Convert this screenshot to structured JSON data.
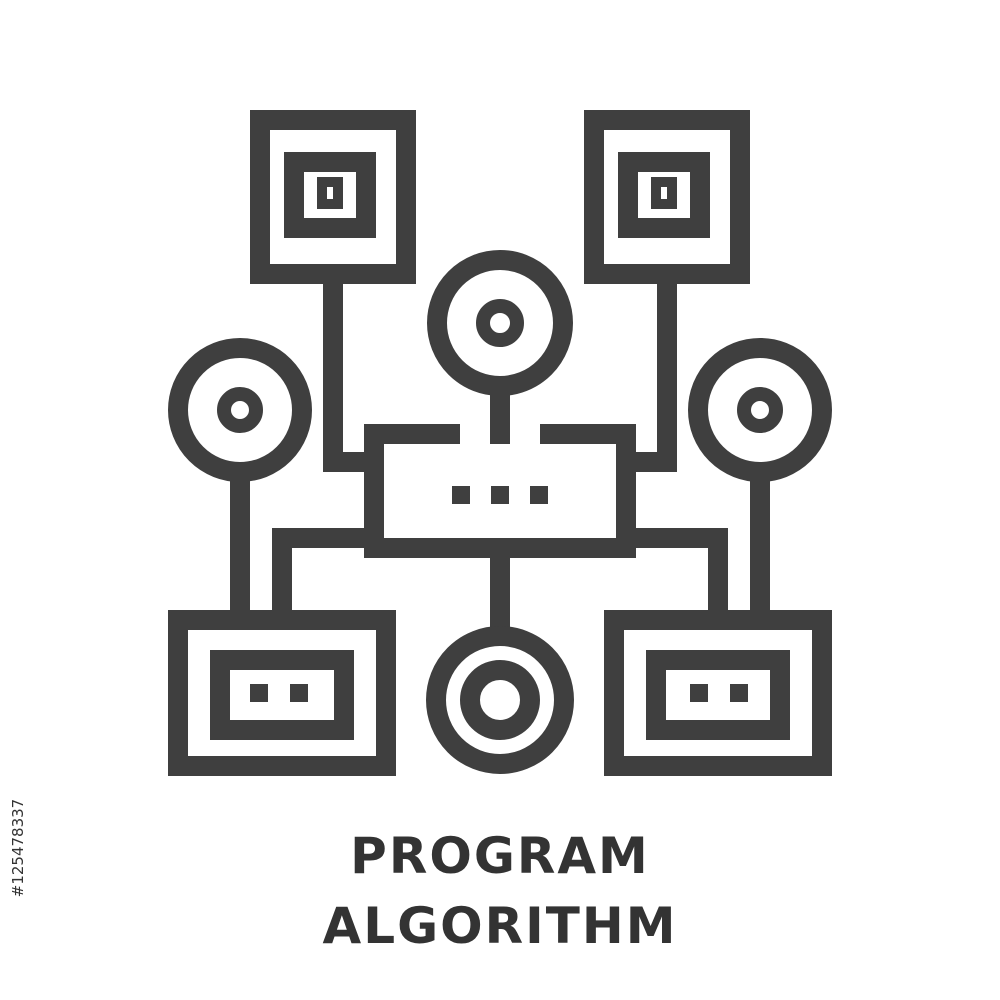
{
  "icon": {
    "name": "program-algorithm-icon",
    "stroke_color": "#3f3f3f"
  },
  "caption": {
    "line1": "PROGRAM",
    "line2": "ALGORITHM"
  },
  "stock_id": "#125478337"
}
